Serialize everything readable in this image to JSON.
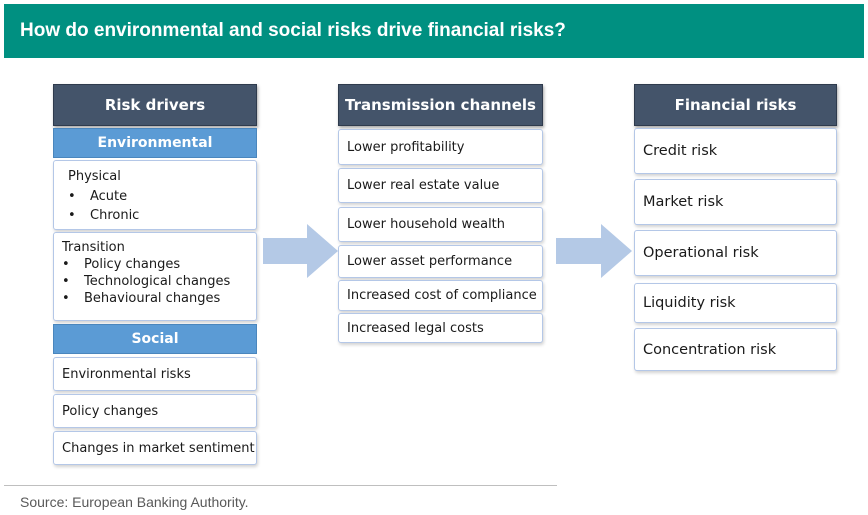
{
  "title": "How do environmental and social risks drive financial risks?",
  "columns": {
    "drivers": {
      "header": "Risk drivers",
      "environmental": {
        "label": "Environmental",
        "physical": {
          "title": "Physical",
          "items": [
            "Acute",
            "Chronic"
          ]
        },
        "transition": {
          "title": "Transition",
          "items": [
            "Policy changes",
            "Technological changes",
            "Behavioural changes"
          ]
        }
      },
      "social": {
        "label": "Social",
        "items": [
          "Environmental risks",
          "Policy changes",
          "Changes in market sentiment"
        ]
      }
    },
    "channels": {
      "header": "Transmission channels",
      "items": [
        "Lower profitability",
        "Lower real estate value",
        "Lower household wealth",
        "Lower asset performance",
        "Increased cost of compliance",
        "Increased legal costs"
      ]
    },
    "financial": {
      "header": "Financial risks",
      "items": [
        "Credit risk",
        "Market risk",
        "Operational risk",
        "Liquidity risk",
        "Concentration risk"
      ]
    }
  },
  "source": "Source: European Banking Authority.",
  "colors": {
    "banner": "#009081",
    "header": "#44546a",
    "subheader": "#5b9bd5",
    "arrow": "#b4c9e6"
  }
}
